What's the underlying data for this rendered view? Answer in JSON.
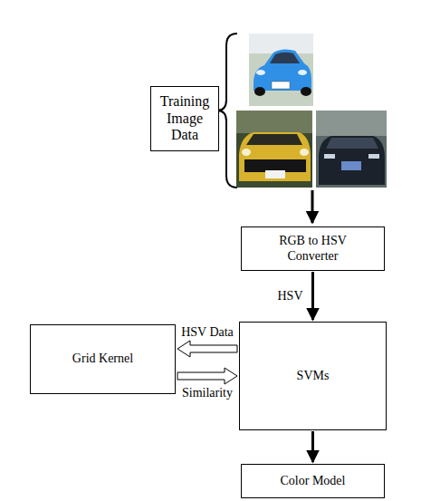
{
  "diagram": {
    "nodes": [
      {
        "text": [
          "Training Image Data"
        ]
      },
      {
        "text": [
          "RGB to HSV Converter"
        ]
      },
      {
        "text": [
          "Grid Kernel"
        ]
      },
      {
        "text": [
          "SVMs"
        ]
      },
      {
        "text": [
          "Color Model"
        ]
      }
    ],
    "edges": [
      {
        "from": 1,
        "to": 3,
        "label": "HSV",
        "arrow": "to"
      },
      {
        "from": 3,
        "to": 2,
        "label": "HSV Data",
        "arrow": "to"
      },
      {
        "from": 2,
        "to": 3,
        "label": "Similarity",
        "arrow": "to"
      },
      {
        "from": 3,
        "to": 4,
        "arrow": "to"
      }
    ]
  }
}
